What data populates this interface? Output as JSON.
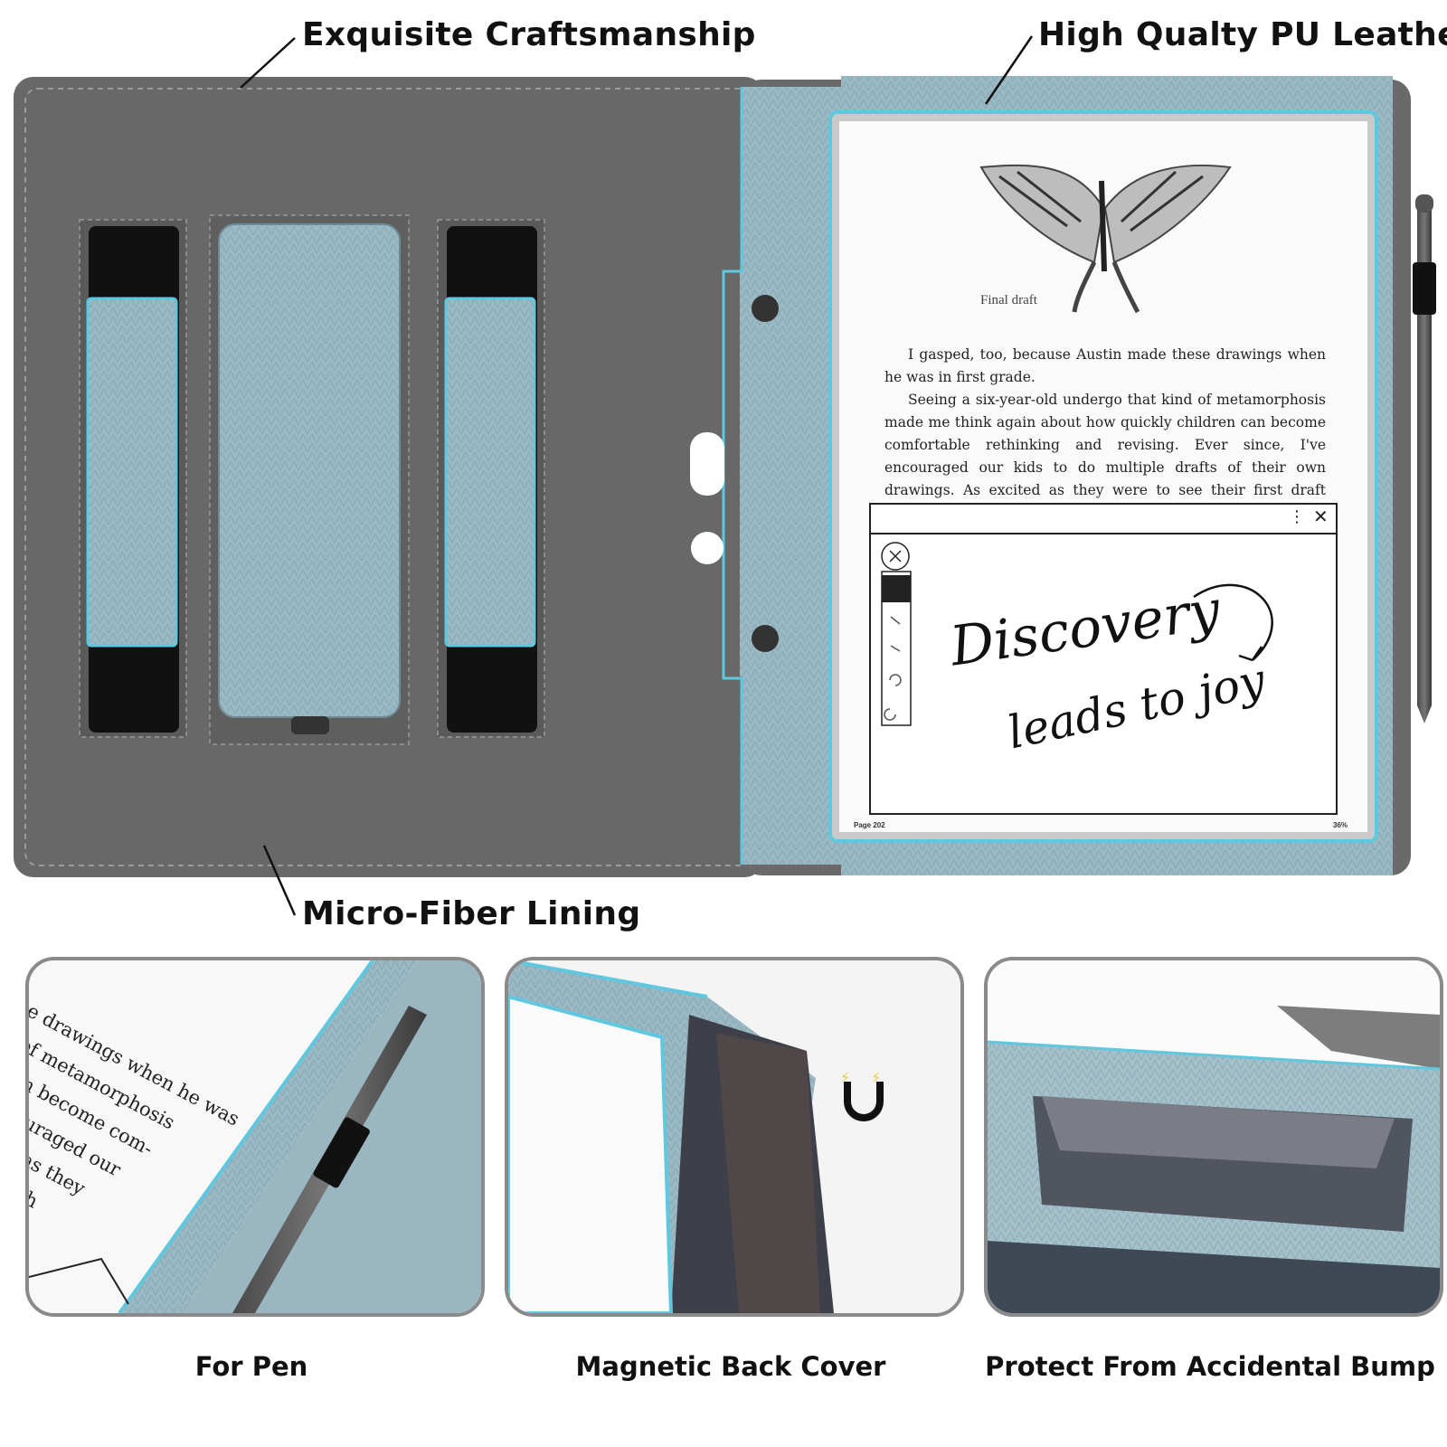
{
  "callouts": {
    "craftsmanship": "Exquisite Craftsmanship",
    "leather": "High Qualty PU Leather",
    "lining": "Micro-Fiber Lining"
  },
  "reader": {
    "image_caption": "Final draft",
    "paragraph_1": "I gasped, too, because Austin made these drawings when he was in first grade.",
    "paragraph_2": "Seeing a six-year-old undergo that kind of metamorphosis made me think again about how quickly children can become comfortable rethinking and revising. Ever since, I've encouraged our kids to do multiple drafts of their own drawings. As excited as they were to see their first draft hanging on the wall, they're that much",
    "handwriting_line_1": "Discovery",
    "handwriting_line_2": "leads to joy",
    "page_number": "Page 202",
    "progress": "36%",
    "more_glyph": "⋮",
    "close_glyph": "✕"
  },
  "detail_panels": [
    {
      "caption": "For Pen",
      "text_lines": [
        "e drawings when he was",
        "of metamorphosis",
        "can become com-",
        "encouraged our",
        "xcited as they",
        "that much"
      ]
    },
    {
      "caption": "Magnetic Back Cover",
      "icon": "magnet-icon"
    },
    {
      "caption": "Protect From Accidental Bump"
    }
  ],
  "colors": {
    "lining_gray": "#676767",
    "leather_blue": "#9bb9c4",
    "piping": "#5fc7de"
  }
}
